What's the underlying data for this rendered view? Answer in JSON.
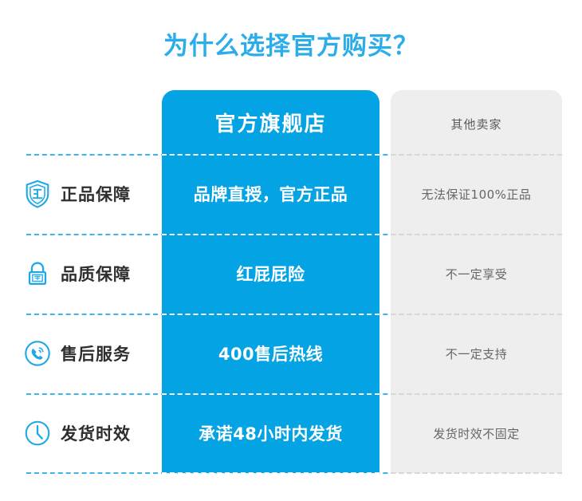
{
  "page": {
    "title": "为什么选择官方购买？",
    "title_color": "#2badea",
    "official_color": "#03a3e4",
    "other_color": "#eeeeee"
  },
  "table": {
    "headers": {
      "official": "官方旗舰店",
      "other": "其他卖家"
    },
    "rows": [
      {
        "icon": "shield-zheng-icon",
        "label": "正品保障",
        "official": "品牌直授，官方正品",
        "other": "无法保证100%正品"
      },
      {
        "icon": "lock-bao-icon",
        "label": "品质保障",
        "official": "红屁屁险",
        "other": "不一定享受"
      },
      {
        "icon": "phone-support-icon",
        "label": "售后服务",
        "official": "400售后热线",
        "other": "不一定支持"
      },
      {
        "icon": "clock-icon",
        "label": "发货时效",
        "official": "承诺48小时内发货",
        "other": "发货时效不固定"
      }
    ]
  }
}
